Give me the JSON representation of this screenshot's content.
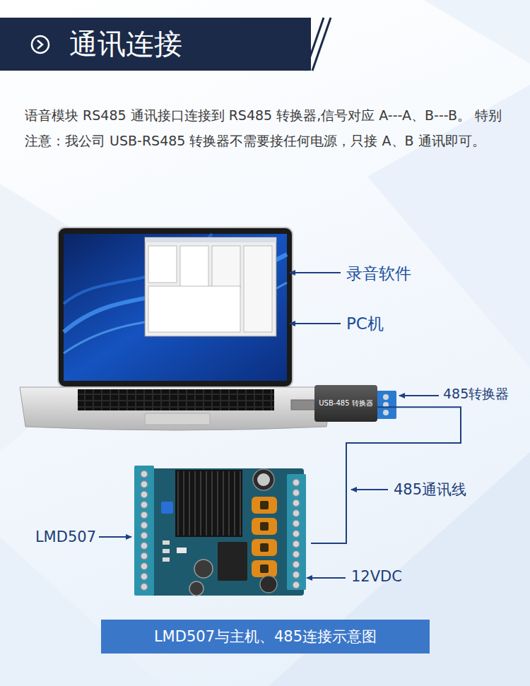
{
  "diagram": {
    "title": "通讯连接",
    "caption": "LMD507与主机、485连接示意图",
    "nodes": [
      {
        "text": [
          "USB-485 转换器"
        ]
      },
      {
        "text": [
          "LMD507"
        ]
      }
    ],
    "edges": [
      {
        "from": 0,
        "to": 1,
        "arrow": "none"
      }
    ],
    "labels": [
      "语音模块 RS485 通讯接口连接到 RS485 转换器,信号对应 A---A、B---B。 特别注意：我公司 USB-RS485 转换器不需要接任何电源，只接 A、B 通讯即可。",
      "录音软件",
      "PC机",
      "485转换器",
      "485通讯线",
      "12VDC"
    ]
  }
}
